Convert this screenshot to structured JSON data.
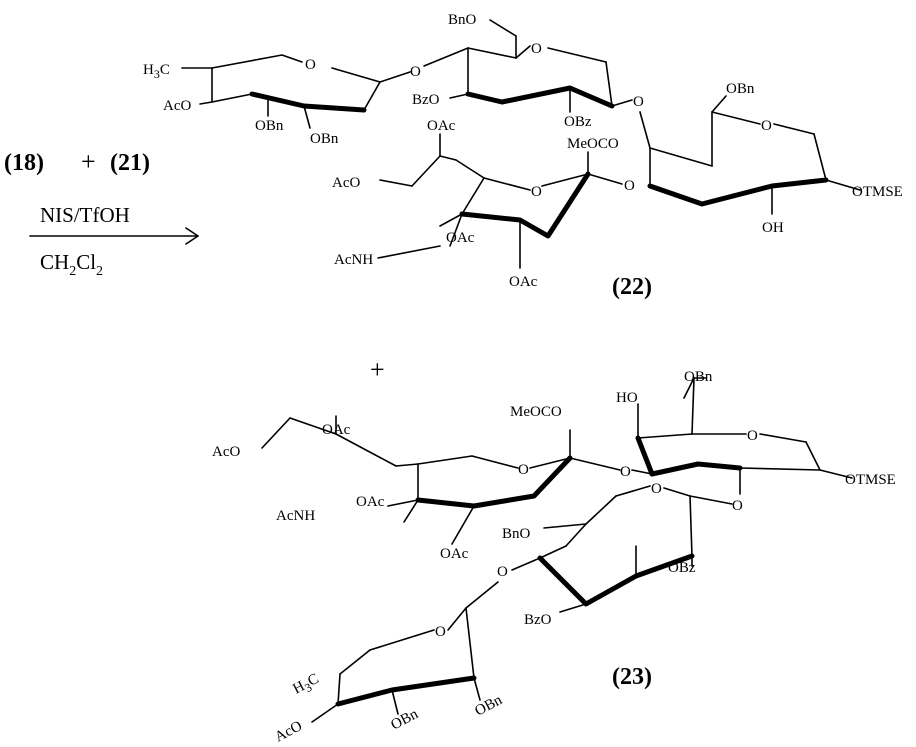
{
  "reaction": {
    "reactant_a": "(18)",
    "plus": "+",
    "reactant_b": "(21)",
    "reagent": "NIS/TfOH",
    "solvent_main": "CH",
    "solvent_sub1": "2",
    "solvent_mid": "Cl",
    "solvent_sub2": "2"
  },
  "product_22": {
    "label": "(22)",
    "groups": {
      "h3c_h": "H",
      "h3c_sub": "3",
      "h3c_c": "C",
      "fuc_ring_o": "O",
      "fuc_aco": "AcO",
      "fuc_obn_2": "OBn",
      "fuc_obn_3": "OBn",
      "link_fuc_gal": "O",
      "gal_bno": "BnO",
      "gal_ring_o": "O",
      "gal_bzo": "BzO",
      "gal_obz": "OBz",
      "link_gal_glc": "O",
      "glc_obn": "OBn",
      "glc_ring_o": "O",
      "glc_oh": "OH",
      "otmse": "OTMSE",
      "link_sia_glc": "O",
      "sia_ring_o": "O",
      "sia_meoco": "MeOCO",
      "sia_aco": "AcO",
      "sia_oac_top": "OAc",
      "sia_oac_mid": "OAc",
      "sia_acnh": "AcNH",
      "sia_oac_bot": "OAc"
    }
  },
  "plus_between": "+",
  "product_23": {
    "label": "(23)",
    "groups": {
      "glc_obn": "OBn",
      "glc_ho": "HO",
      "glc_ring_o": "O",
      "otmse": "OTMSE",
      "link_sia_glc": "O",
      "link_gal_glc": "O",
      "sia_meoco": "MeOCO",
      "sia_ring_o": "O",
      "sia_aco": "AcO",
      "sia_oac_top": "OAc",
      "sia_oac_mid": "OAc",
      "sia_acnh": "AcNH",
      "sia_oac_bot": "OAc",
      "gal_bno": "BnO",
      "gal_ring_o": "O",
      "gal_obz": "OBz",
      "gal_bzo": "BzO",
      "link_fuc_gal": "O",
      "fuc_ring_o": "O",
      "h3c_h": "H",
      "h3c_sub": "3",
      "h3c_c": "C",
      "fuc_obn_2": "OBn",
      "fuc_obn_3": "OBn",
      "fuc_aco": "AcO"
    }
  }
}
